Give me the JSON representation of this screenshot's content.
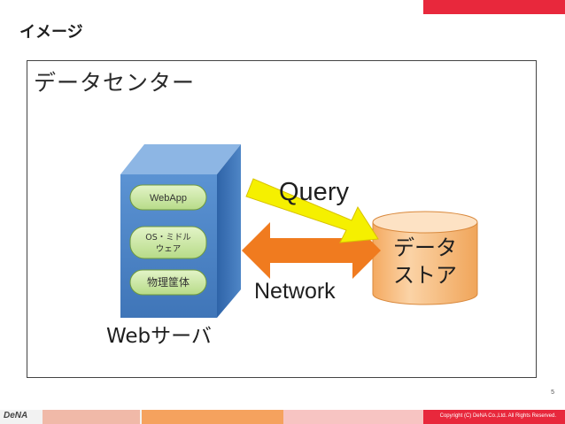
{
  "slide": {
    "title": "イメージ",
    "page_number": "5",
    "logo": "DeNA",
    "copyright": "Copyright (C) DeNA Co.,Ltd. All Rights Reserved."
  },
  "colors": {
    "accent_red": "#e8283c",
    "server_blue": "#4f86c6",
    "layer_green": "#c8e6a0",
    "datastore_orange": "#f9c38a",
    "arrow_orange": "#f07b1f",
    "arrow_yellow": "#f5f000"
  },
  "diagram": {
    "frame_label": "データセンター",
    "server": {
      "label": "Webサーバ",
      "layers": [
        "WebApp",
        "OS・ミドル\nウェア",
        "物理筐体"
      ]
    },
    "datastore": {
      "label_line1": "データ",
      "label_line2": "ストア"
    },
    "query_label": "Query",
    "network_label": "Network"
  }
}
